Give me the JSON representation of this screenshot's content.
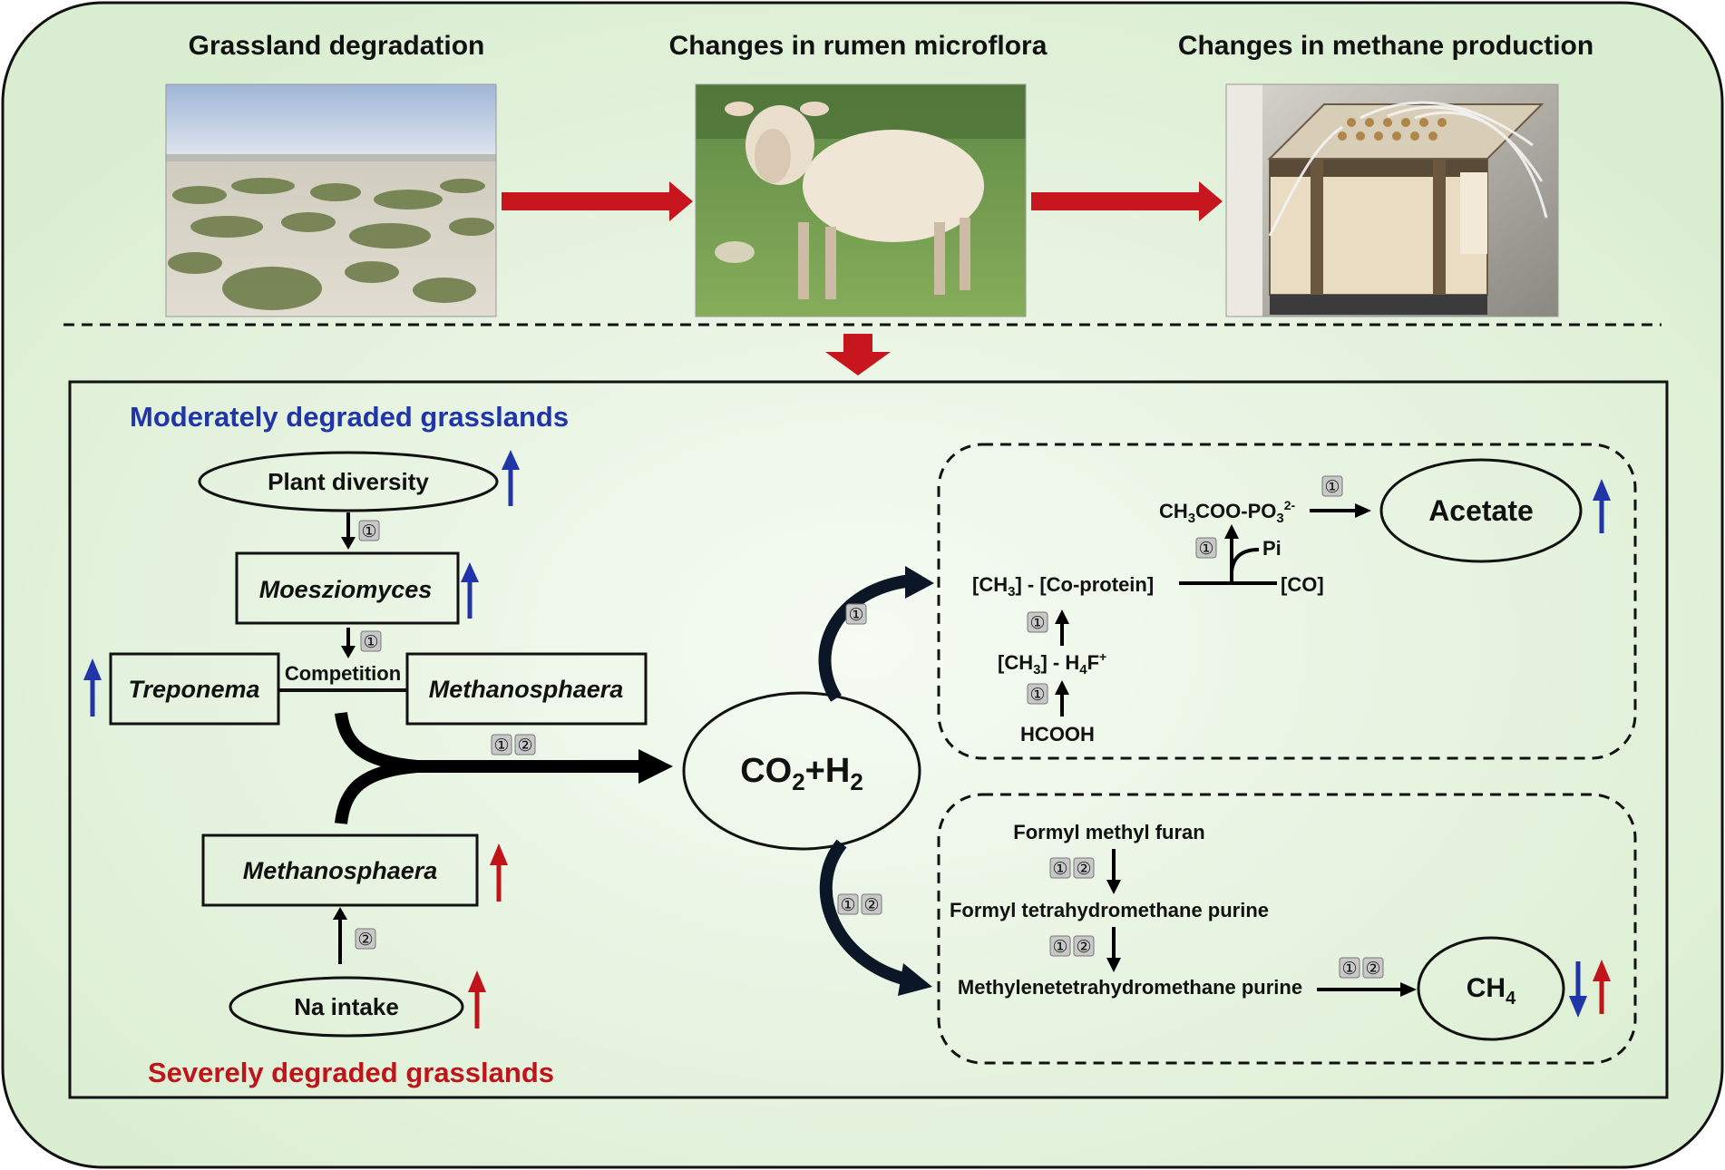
{
  "header": {
    "panel1_title": "Grassland degradation",
    "panel2_title": "Changes in rumen microflora",
    "panel3_title": "Changes in methane production"
  },
  "photos": {
    "panel1": "grassland-photo",
    "panel2": "sheep-photo",
    "panel3": "incubator-photo"
  },
  "left": {
    "moderate_title": "Moderately degraded grasslands",
    "severe_title": "Severely degraded grasslands",
    "plant_diversity": "Plant diversity",
    "moesziomyces": "Moesziomyces",
    "treponema": "Treponema",
    "competition": "Competition",
    "methanosphaera_top": "Methanosphaera",
    "methanosphaera_bottom": "Methanosphaera",
    "na_intake": "Na intake"
  },
  "center": {
    "co2": "CO",
    "co2_sub": "2",
    "plus": "+H",
    "h2_sub": "2"
  },
  "acetate_pathway": {
    "acetyl_phosphate_a": "CH",
    "acetyl_phosphate_sub": "3",
    "acetyl_phosphate_b": "COO-PO",
    "acetyl_phosphate_sub2": "3",
    "acetyl_phosphate_sup": "2-",
    "acetate": "Acetate",
    "pi": "Pi",
    "co_protein_a": "[CH",
    "co_protein_sub": "3",
    "co_protein_b": "] - [Co-protein]",
    "co": "[CO]",
    "h4f_a": "[CH",
    "h4f_sub": "3",
    "h4f_b": "] - H",
    "h4f_sub2": "4",
    "h4f_c": "F",
    "h4f_sup": "+",
    "hcooh": "HCOOH"
  },
  "methane_pathway": {
    "step1": "Formyl methyl furan",
    "step2": "Formyl tetrahydromethane purine",
    "step3": "Methylenetetrahydromethane purine",
    "ch4": "CH",
    "ch4_sub": "4"
  },
  "badges": {
    "one": "①",
    "two": "②"
  },
  "colors": {
    "increase_moderate": "#1f35a8",
    "increase_severe": "#c0141a",
    "flow_arrow": "#c8161e",
    "background": "#e6f3e0"
  }
}
